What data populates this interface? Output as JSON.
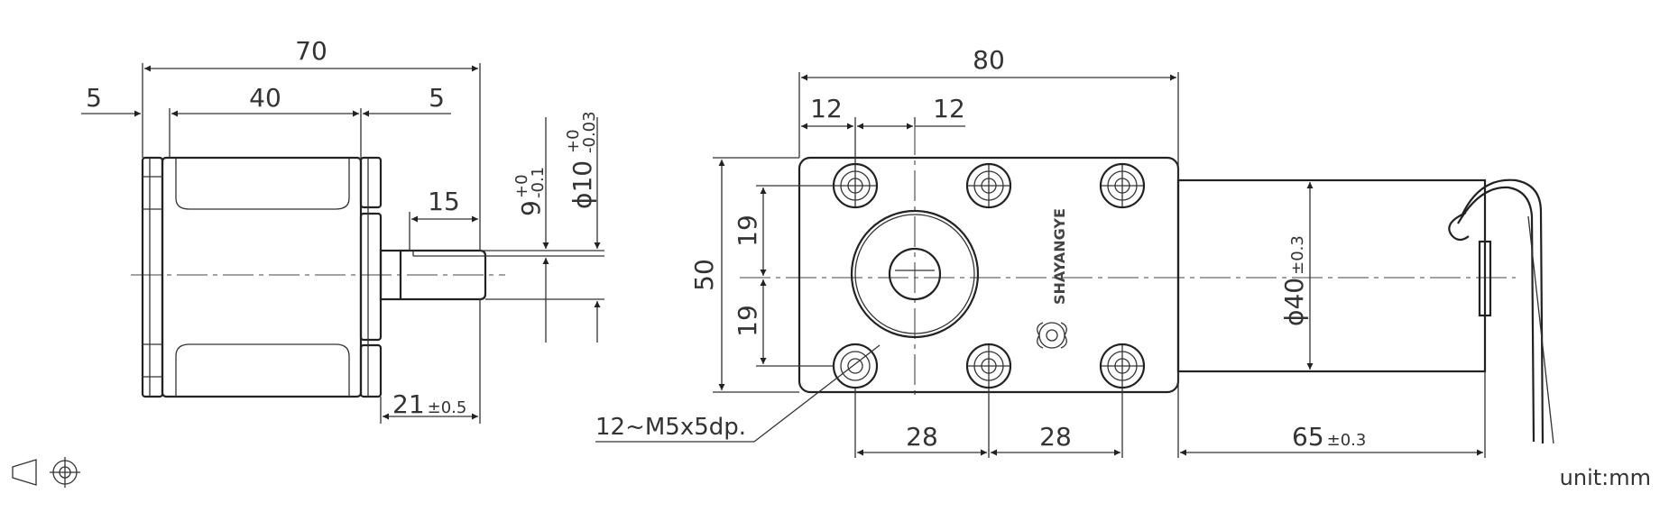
{
  "side_view": {
    "overall_width": "70",
    "left_step": "5",
    "body_width": "40",
    "right_step": "5",
    "shaft_length": "15",
    "flat_dim": "9",
    "flat_tol_upper": "+0",
    "flat_tol_lower": "-0.1",
    "diameter_symbol": "ϕ",
    "shaft_dia": "10",
    "shaft_tol_upper": "+0",
    "shaft_tol_lower": "-0.03",
    "boss_length": "21",
    "boss_tol": "±0.5"
  },
  "front_view": {
    "overall_length": "80",
    "hole_offset_left": "12",
    "hole_offset_right": "12",
    "height": "50",
    "hole_offset_top": "19",
    "hole_offset_bottom": "19",
    "pitch_1": "28",
    "pitch_2": "28",
    "motor_dia": "ϕ40",
    "motor_dia_tol": "±0.3",
    "motor_length": "65",
    "motor_length_tol": "±0.3",
    "thread_note": "12~M5x5dp.",
    "brand": "SHAYANGYE"
  },
  "projection_symbol": "third-angle-projection-icon",
  "unit_label": "unit:mm"
}
